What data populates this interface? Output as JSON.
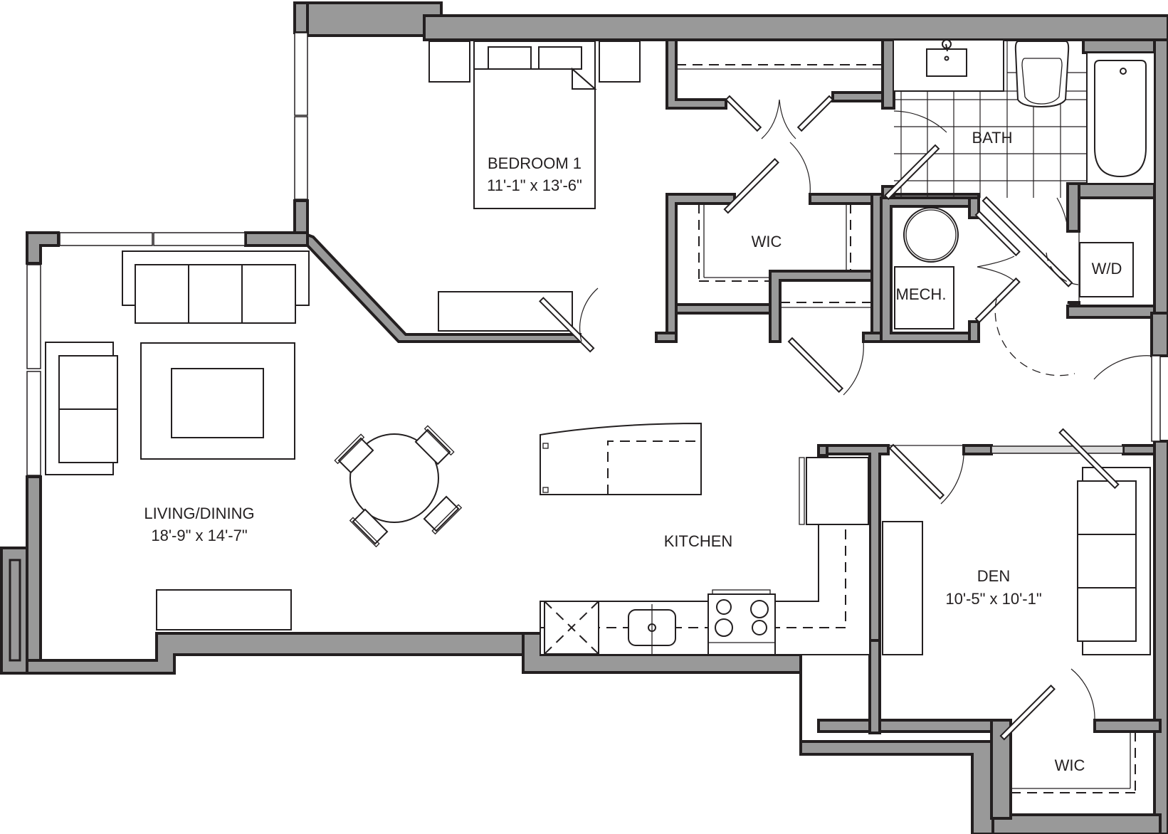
{
  "floor_plan": {
    "colors": {
      "wall_fill": "#999999",
      "wall_stroke": "#231f20",
      "background": "#ffffff",
      "glass": "#dcdcdc"
    },
    "rooms": {
      "bedroom1": {
        "name": "BEDROOM 1",
        "dimensions": "11'-1\" x 13'-6\""
      },
      "living_dining": {
        "name": "LIVING/DINING",
        "dimensions": "18'-9\" x 14'-7\""
      },
      "kitchen": {
        "name": "KITCHEN"
      },
      "den": {
        "name": "DEN",
        "dimensions": "10'-5\" x 10'-1\""
      },
      "bath": {
        "name": "BATH"
      },
      "wic_bedroom": {
        "name": "WIC"
      },
      "mech": {
        "name": "MECH."
      },
      "laundry": {
        "name": "W/D"
      },
      "wic_den": {
        "name": "WIC"
      }
    }
  }
}
